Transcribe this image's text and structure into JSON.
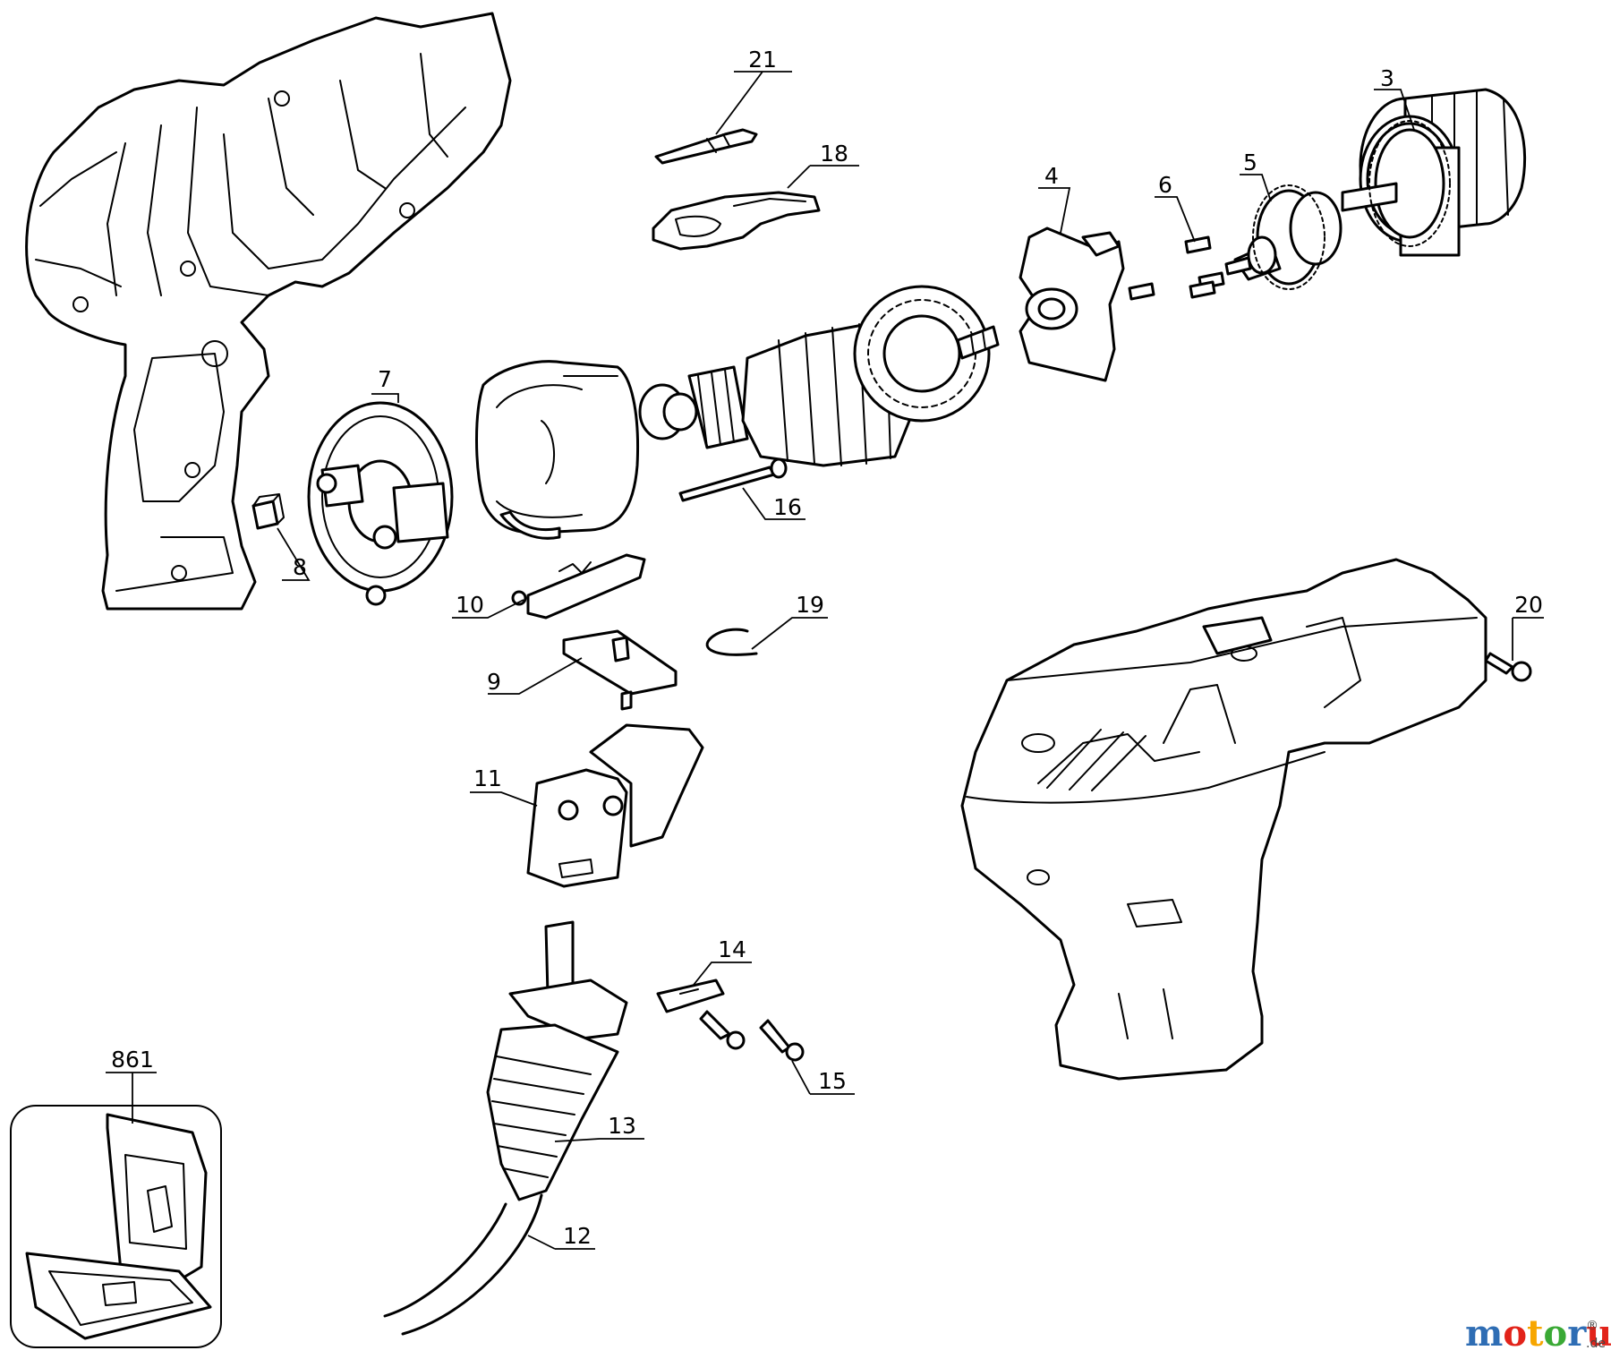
{
  "callouts": [
    "21",
    "18",
    "3",
    "4",
    "6",
    "5",
    "7",
    "16",
    "8",
    "10",
    "19",
    "20",
    "9",
    "11",
    "14",
    "861",
    "13",
    "15",
    "12"
  ],
  "watermark": {
    "brand": "motoruf",
    "tld": ".de",
    "mark": "®",
    "colors": {
      "m": "#2e6db4",
      "o1": "#e2231a",
      "t": "#f7a600",
      "o2": "#3aa935",
      "r": "#2e6db4",
      "u": "#e2231a",
      "f": "#3aa935"
    }
  }
}
